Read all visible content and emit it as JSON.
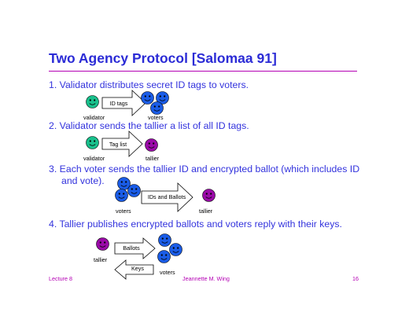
{
  "slide": {
    "title": "Two Agency Protocol [Salomaa 91]",
    "bullets": [
      "1. Validator distributes secret ID tags to voters.",
      "2. Validator sends the tallier a list of all ID tags.",
      "3. Each voter sends the tallier ID and encrypted ballot (which includes ID",
      "and vote).",
      "4. Tallier publishes encrypted ballots and voters reply with their keys."
    ]
  },
  "diagrams": {
    "d1": {
      "arrow_label": "ID tags",
      "left_caption": "validator",
      "right_caption": "voters"
    },
    "d2": {
      "arrow_label": "Tag list",
      "left_caption": "validator",
      "right_caption": "tallier"
    },
    "d3": {
      "arrow_label": "IDs and Ballots",
      "left_caption": "voters",
      "right_caption": "tallier"
    },
    "d4": {
      "top_arrow_label": "Ballots",
      "bottom_arrow_label": "Keys",
      "left_caption": "tallier",
      "right_caption": "voters"
    }
  },
  "colors": {
    "title": "#2b2bd6",
    "rule": "#b400b4",
    "bullet_text": "#3333dd",
    "validator_face": "#19c08c",
    "voter_face": "#1a5ce6",
    "tallier_face": "#9a0aa8",
    "footer": "#b400b4"
  },
  "footer": {
    "left": "Lecture 8",
    "center": "Jeannette M. Wing",
    "right": "16"
  }
}
